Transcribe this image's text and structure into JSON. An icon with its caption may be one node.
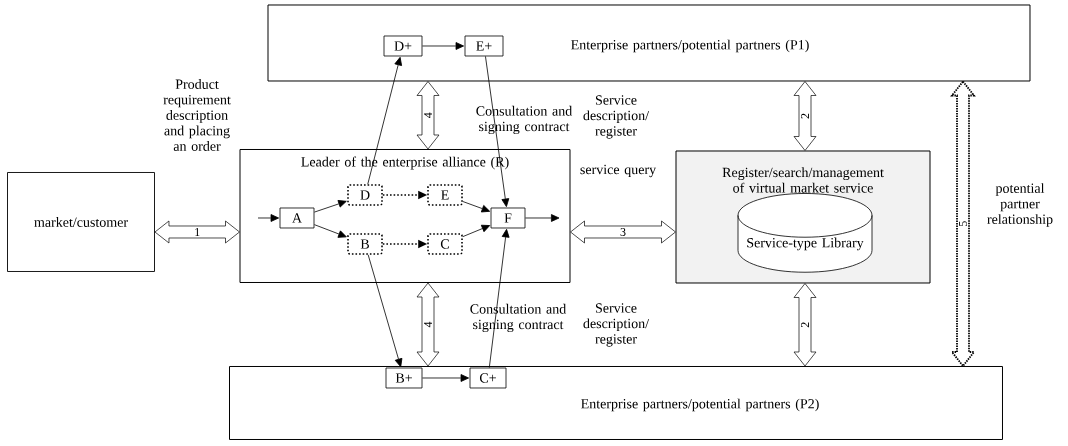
{
  "diagram": {
    "nodes": [
      {
        "text": [
          "Enterprise partners/potential partners (P1)"
        ]
      },
      {
        "text": [
          "D+"
        ],
        "in": 0
      },
      {
        "text": [
          "E+"
        ],
        "in": 0
      },
      {
        "text": [
          "market/customer"
        ]
      },
      {
        "text": [
          "Leader of the enterprise alliance (R)"
        ]
      },
      {
        "text": [
          "A"
        ],
        "in": 4
      },
      {
        "text": [
          "D"
        ],
        "in": 4
      },
      {
        "text": [
          "E"
        ],
        "in": 4
      },
      {
        "text": [
          "B"
        ],
        "in": 4
      },
      {
        "text": [
          "C"
        ],
        "in": 4
      },
      {
        "text": [
          "F"
        ],
        "in": 4
      },
      {
        "text": [
          "Register/search/management of virtual market service"
        ]
      },
      {
        "text": [
          "Service-type Library"
        ],
        "in": 11
      },
      {
        "text": [
          "Enterprise partners/potential partners (P2)"
        ]
      },
      {
        "text": [
          "B+"
        ],
        "in": 13
      },
      {
        "text": [
          "C+"
        ],
        "in": 13
      }
    ],
    "edges": [
      {
        "from": 3,
        "to": 4,
        "arrow": "both",
        "label": "1",
        "style": "thick"
      },
      {
        "from": null,
        "to": 5,
        "arrow": "to"
      },
      {
        "from": 5,
        "to": 6,
        "arrow": "to"
      },
      {
        "from": 5,
        "to": 8,
        "arrow": "to"
      },
      {
        "from": 6,
        "to": 7,
        "arrow": "to",
        "style": "dashed"
      },
      {
        "from": 8,
        "to": 9,
        "arrow": "to",
        "style": "dashed"
      },
      {
        "from": 7,
        "to": 10,
        "arrow": "to"
      },
      {
        "from": 9,
        "to": 10,
        "arrow": "to"
      },
      {
        "from": 10,
        "to": null,
        "arrow": "to"
      },
      {
        "from": 6,
        "to": 1,
        "arrow": "to"
      },
      {
        "from": 1,
        "to": 2,
        "arrow": "to"
      },
      {
        "from": 2,
        "to": 10,
        "arrow": "to"
      },
      {
        "from": 8,
        "to": 14,
        "arrow": "to"
      },
      {
        "from": 14,
        "to": 15,
        "arrow": "to"
      },
      {
        "from": 15,
        "to": 10,
        "arrow": "to"
      },
      {
        "from": 4,
        "to": 0,
        "arrow": "both",
        "label": "4",
        "style": "thick"
      },
      {
        "from": 4,
        "to": 13,
        "arrow": "both",
        "label": "4",
        "style": "thick"
      },
      {
        "from": 4,
        "to": 11,
        "arrow": "both",
        "label": "3",
        "style": "thick"
      },
      {
        "from": 11,
        "to": 0,
        "arrow": "both",
        "label": "2",
        "style": "thick"
      },
      {
        "from": 11,
        "to": 13,
        "arrow": "both",
        "label": "2",
        "style": "thick"
      },
      {
        "from": 0,
        "to": 13,
        "arrow": "both",
        "label": "5",
        "style": "dashed"
      }
    ],
    "labels": [
      "Product requirement description and placing an order",
      "Consultation and signing contract",
      "Service description/ register",
      "service query",
      "Consultation and signing contract",
      "Service description/ register",
      "potential partner relationship"
    ]
  }
}
